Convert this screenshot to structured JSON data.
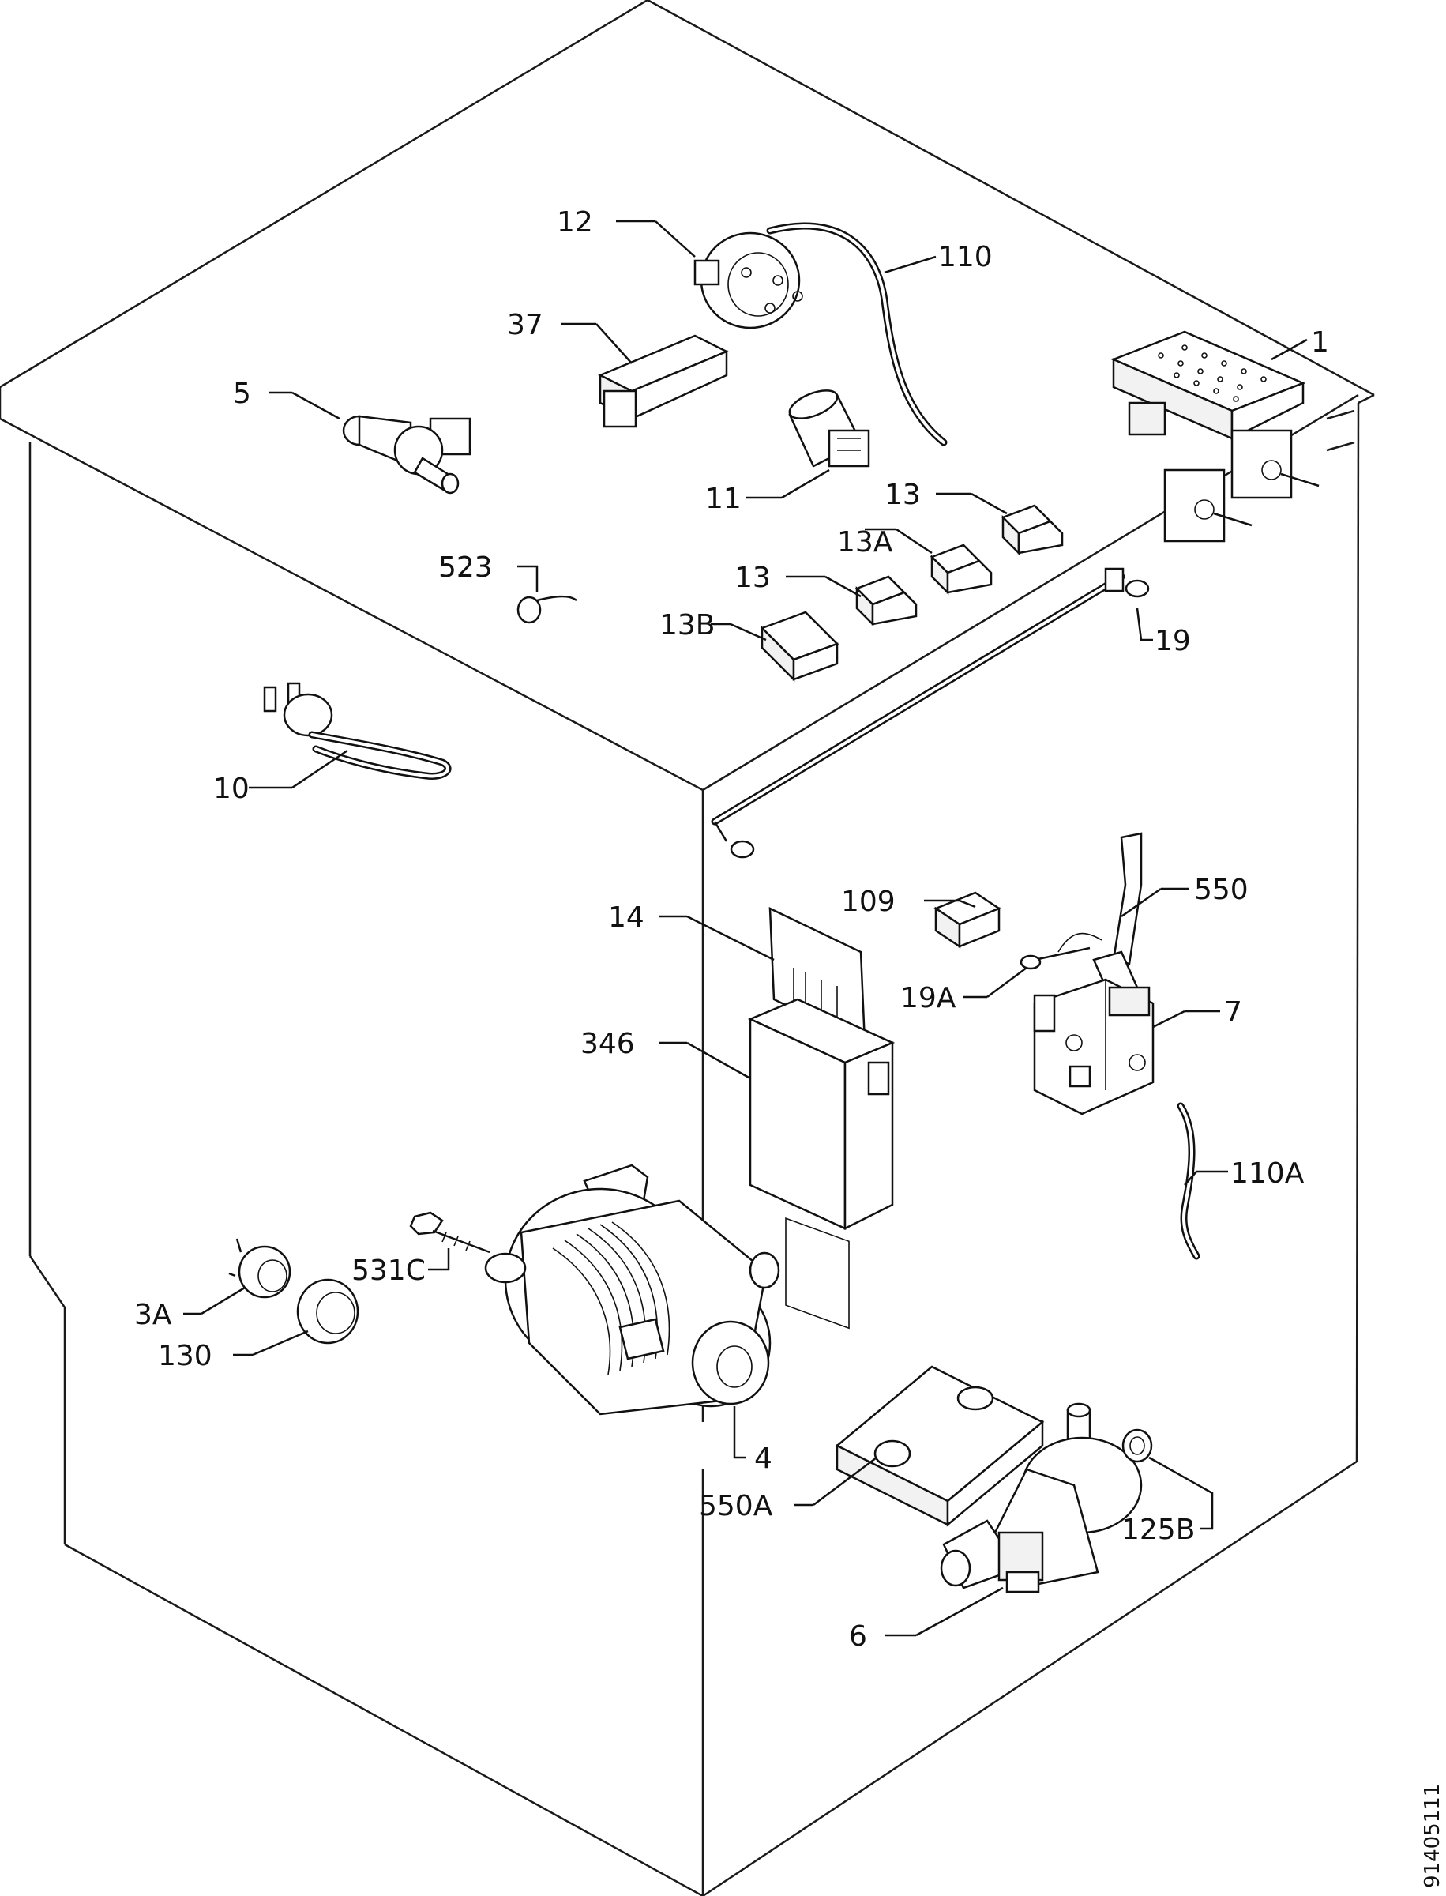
{
  "diagram": {
    "doc_number": "91405111",
    "labels": {
      "p1": "1",
      "p3A": "3A",
      "p4": "4",
      "p5": "5",
      "p6": "6",
      "p7": "7",
      "p10": "10",
      "p11": "11",
      "p12": "12",
      "p13a": "13",
      "p13b": "13",
      "p13A": "13A",
      "p13B": "13B",
      "p14": "14",
      "p19": "19",
      "p19A": "19A",
      "p37": "37",
      "p109": "109",
      "p110": "110",
      "p110A": "110A",
      "p125B": "125B",
      "p130": "130",
      "p346": "346",
      "p523": "523",
      "p531C": "531C",
      "p550": "550",
      "p550A": "550A"
    }
  }
}
